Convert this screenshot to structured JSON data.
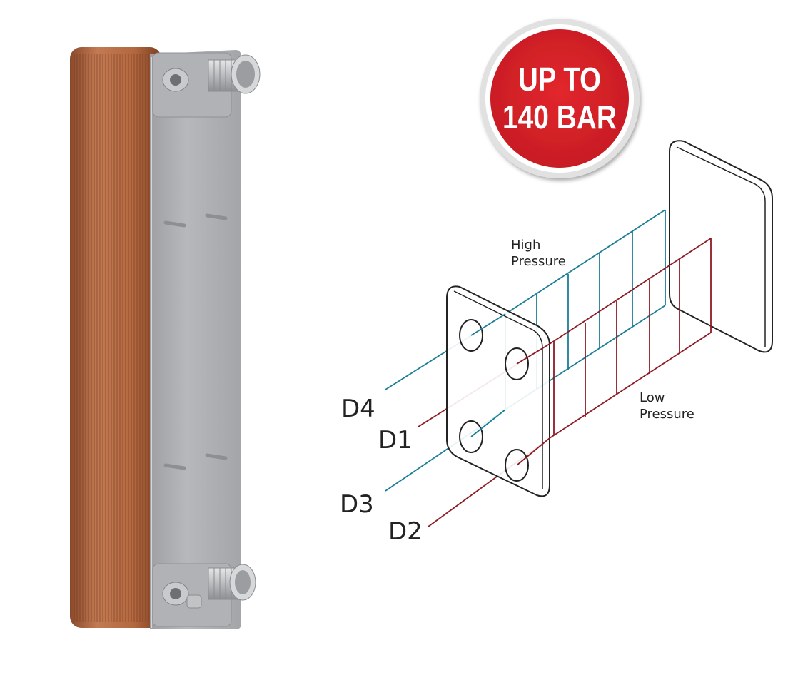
{
  "badge": {
    "line1": "UP TO",
    "line2": "140 BAR",
    "fill_color": "#d32027",
    "ring_color": "#ffffff"
  },
  "diagram": {
    "high_pressure": {
      "line1": "High",
      "line2": "Pressure",
      "color": "#1b7e96"
    },
    "low_pressure": {
      "line1": "Low",
      "line2": "Pressure",
      "color": "#8e1a24"
    },
    "ports": [
      "D4",
      "D1",
      "D3",
      "D2"
    ]
  },
  "product": {
    "plate_color": "#b86a45",
    "frame_color": "#a9abae"
  }
}
